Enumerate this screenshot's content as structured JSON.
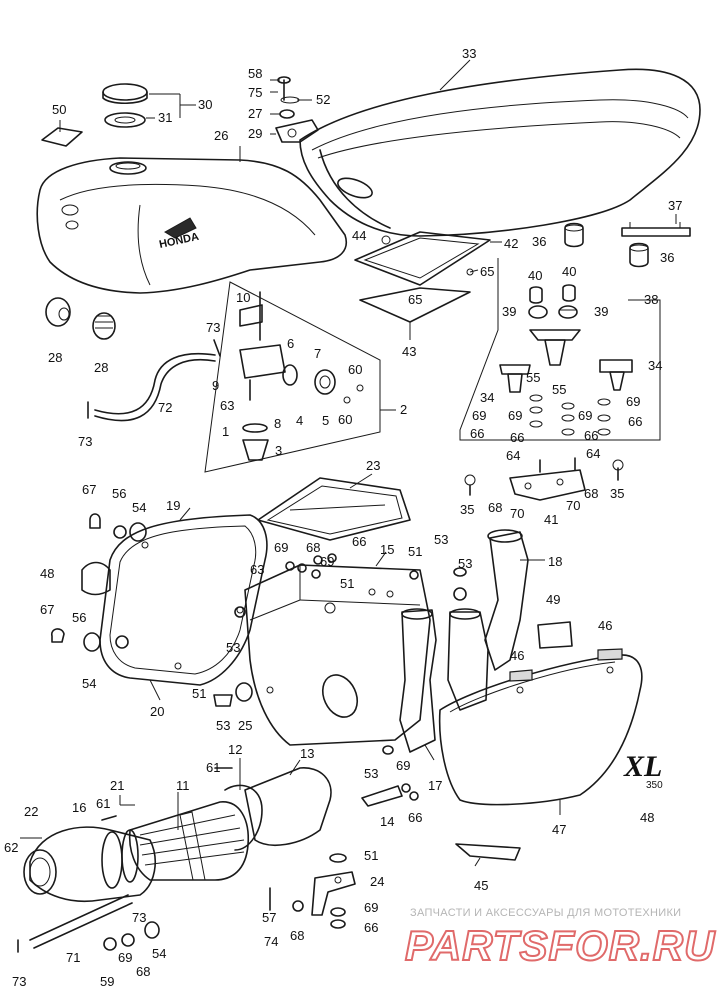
{
  "callouts": [
    "1",
    "2",
    "3",
    "4",
    "5",
    "6",
    "7",
    "8",
    "9",
    "10",
    "11",
    "12",
    "13",
    "14",
    "15",
    "16",
    "17",
    "18",
    "19",
    "20",
    "21",
    "22",
    "23",
    "24",
    "25",
    "26",
    "27",
    "28",
    "29",
    "30",
    "31",
    "33",
    "34",
    "35",
    "36",
    "37",
    "38",
    "39",
    "40",
    "41",
    "42",
    "43",
    "44",
    "45",
    "46",
    "47",
    "48",
    "49",
    "50",
    "51",
    "52",
    "53",
    "54",
    "55",
    "56",
    "57",
    "58",
    "59",
    "60",
    "61",
    "62",
    "63",
    "64",
    "65",
    "66",
    "67",
    "68",
    "69",
    "70",
    "71",
    "72",
    "73",
    "74",
    "75"
  ],
  "emblem": {
    "text": "XL",
    "number": "350"
  },
  "tank_logo": "HONDA",
  "watermark": {
    "caption": "ЗАПЧАСТИ И АКСЕССУАРЫ ДЛЯ МОТОТЕХНИКИ",
    "brand": "PARTSFOR.RU"
  }
}
